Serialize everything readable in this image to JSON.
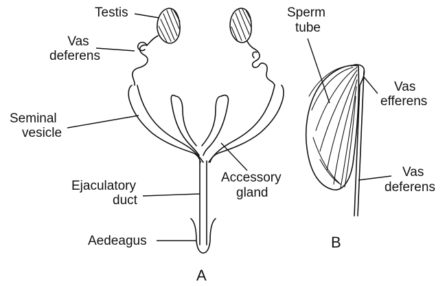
{
  "panel_a": {
    "letter": "A",
    "labels": {
      "testis": "Testis",
      "vas_deferens_1": "Vas",
      "vas_deferens_2": "deferens",
      "seminal_vesicle_1": "Seminal",
      "seminal_vesicle_2": "vesicle",
      "ejaculatory_duct_1": "Ejaculatory",
      "ejaculatory_duct_2": "duct",
      "aedeagus": "Aedeagus",
      "accessory_gland_1": "Accessory",
      "accessory_gland_2": "gland"
    }
  },
  "panel_b": {
    "letter": "B",
    "labels": {
      "sperm_tube_1": "Sperm",
      "sperm_tube_2": "tube",
      "vas_efferens_1": "Vas",
      "vas_efferens_2": "efferens",
      "vas_deferens_1": "Vas",
      "vas_deferens_2": "deferens"
    }
  },
  "colors": {
    "ink": "#111111",
    "background": "#ffffff"
  }
}
